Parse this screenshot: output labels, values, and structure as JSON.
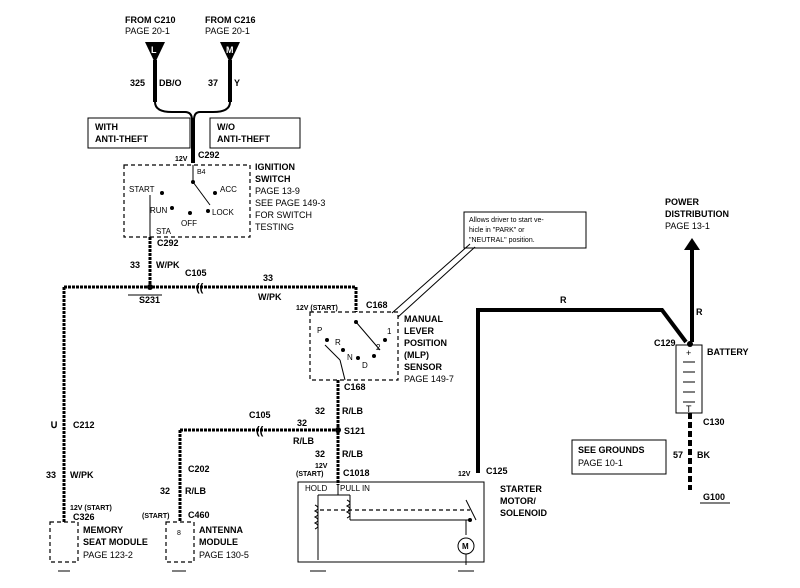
{
  "sources": {
    "c210": {
      "from": "FROM  C210",
      "page": "PAGE 20-1",
      "pin": "L",
      "circuit": "325",
      "color": "DB/O"
    },
    "c216": {
      "from": "FROM  C216",
      "page": "PAGE 20-1",
      "pin": "M",
      "circuit": "37",
      "color": "Y"
    }
  },
  "option_boxes": {
    "with": [
      "WITH",
      "ANTI-THEFT"
    ],
    "without": [
      "W/O",
      "ANTI-THEFT"
    ]
  },
  "ignition": {
    "connector_top": "C292",
    "volt": "12V",
    "b4": "B4",
    "labels": {
      "start": "START",
      "acc": "ACC",
      "run": "RUN",
      "lock": "LOCK",
      "off": "OFF",
      "sta": "STA"
    },
    "title": [
      "IGNITION",
      "SWITCH"
    ],
    "notes": [
      "PAGE 13-9",
      "SEE PAGE 149-3",
      "FOR SWITCH",
      "TESTING"
    ],
    "connector_bottom": "C292"
  },
  "wire_33": {
    "circuit": "33",
    "color": "W/PK"
  },
  "splice": "S231",
  "c105_top": "C105",
  "top_run": {
    "circuit": "33",
    "color": "W/PK"
  },
  "callout": [
    "Allows driver to start ve-",
    "hicle in \"PARK\" or",
    "\"NEUTRAL\" position."
  ],
  "mlp": {
    "volt_label": "12V (START)",
    "connector_top": "C168",
    "positions": {
      "p": "P",
      "r": "R",
      "n": "N",
      "d": "D",
      "one": "1",
      "two": "2"
    },
    "title": [
      "MANUAL",
      "LEVER",
      "POSITION",
      "(MLP)",
      "SENSOR"
    ],
    "page": "PAGE 149-7",
    "connector_bottom": "C168"
  },
  "power_dist": {
    "title": [
      "POWER",
      "DISTRIBUTION"
    ],
    "page": "PAGE 13-1"
  },
  "red_wire": {
    "color": "R",
    "color2": "R"
  },
  "battery": {
    "connector_top": "C129",
    "label": "BATTERY",
    "connector_bottom": "C130"
  },
  "grounds": {
    "title": "SEE GROUNDS",
    "page": "PAGE 10-1",
    "circuit": "57",
    "color": "BK",
    "ground": "G100"
  },
  "left_branch": {
    "connector": "C212",
    "circuit": "33",
    "color": "W/PK",
    "volt": "12V (START)",
    "connector_bottom": "C326"
  },
  "memory_seat": {
    "title": [
      "MEMORY",
      "SEAT MODULE"
    ],
    "page": "PAGE 123-2"
  },
  "c105_mid": "C105",
  "wire_32": {
    "circuit": "32",
    "color": "R/LB"
  },
  "splice_s121": "S121",
  "antenna_branch": {
    "connector": "C202",
    "circuit": "32",
    "color": "R/LB",
    "volt": "(START)",
    "connector_bottom": "C460"
  },
  "antenna": {
    "title": [
      "ANTENNA",
      "MODULE"
    ],
    "page": "PAGE 130-5",
    "pin": "8"
  },
  "starter_feed": {
    "circuit": "32",
    "color": "R/LB",
    "circuit2": "32",
    "color2": "R/LB",
    "volt": "12V",
    "volt2": "(START)",
    "connector": "C1018"
  },
  "starter": {
    "hold": "HOLD",
    "pullin": "PULL IN",
    "volt": "12V",
    "connector": "C125",
    "title": [
      "STARTER",
      "MOTOR/",
      "SOLENOID"
    ],
    "motor": "M"
  }
}
